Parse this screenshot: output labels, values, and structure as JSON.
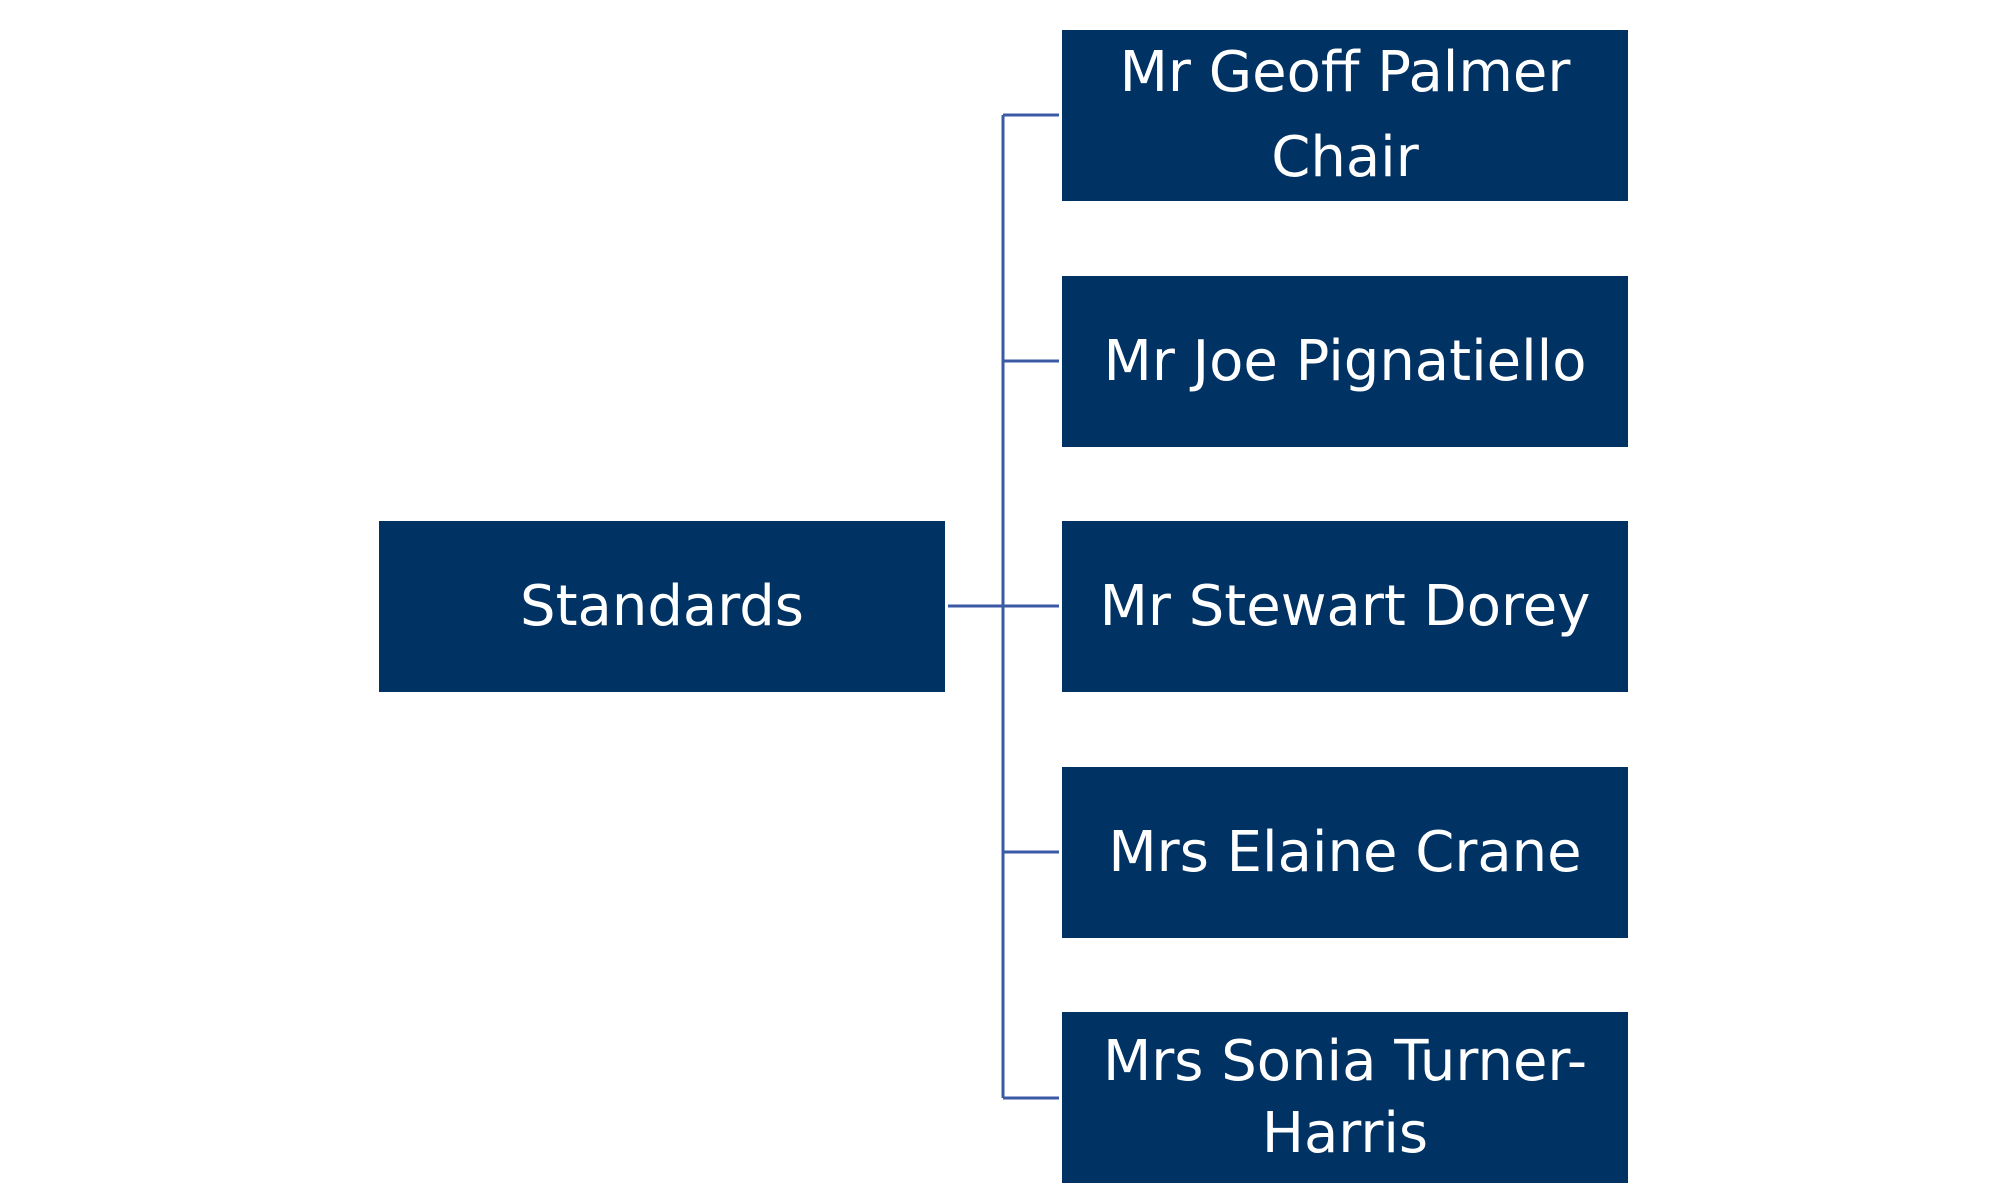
{
  "colors": {
    "box_fill": "#003263",
    "box_text": "#ffffff",
    "connector": "#3a5aa6",
    "background": "#ffffff"
  },
  "root": {
    "label": "Standards"
  },
  "members": [
    {
      "name": "Mr Geoff Palmer",
      "role": "Chair"
    },
    {
      "name": "Mr Joe Pignatiello"
    },
    {
      "name": "Mr Stewart Dorey"
    },
    {
      "name": "Mrs Elaine Crane"
    },
    {
      "name_line1": "Mrs Sonia Turner-",
      "name_line2": "Harris"
    }
  ]
}
